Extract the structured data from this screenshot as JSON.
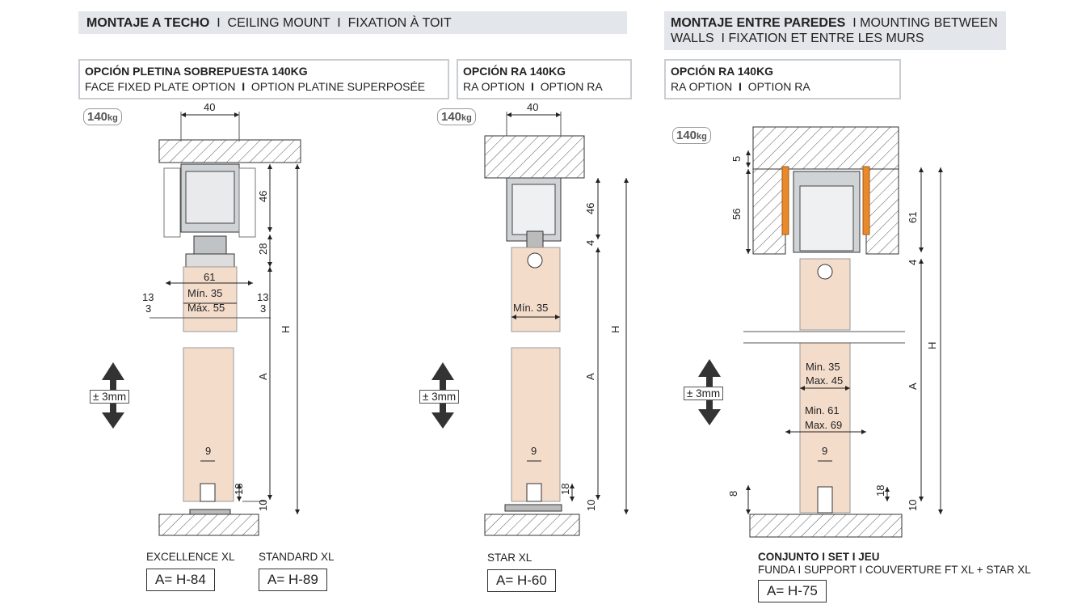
{
  "header_ceiling": {
    "title": "MONTAJE A TECHO",
    "sep": "I",
    "en": "CEILING MOUNT",
    "fr": "FIXATION À TOIT"
  },
  "header_walls": {
    "title": "MONTAJE ENTRE PAREDES",
    "en": "MOUNTING BETWEEN",
    "line2": "WALLS",
    "fr": "FIXATION ET ENTRE LES MURS"
  },
  "opt_plate": {
    "title": "OPCIÓN PLETINA SOBREPUESTA 140KG",
    "en": "FACE FIXED PLATE OPTION",
    "fr": "OPTION PLATINE SUPERPOSÉE"
  },
  "opt_ra1": {
    "title": "OPCIÓN RA 140KG",
    "en": "RA OPTION",
    "fr": "OPTION RA"
  },
  "opt_ra2": {
    "title": "OPCIÓN RA 140KG",
    "en": "RA OPTION",
    "fr": "OPTION RA"
  },
  "weight": {
    "value": "140",
    "unit": "kg"
  },
  "adjust": "± 3mm",
  "diagram1": {
    "width_top": "40",
    "d46": "46",
    "d28": "28",
    "d61": "61",
    "min": "Mín. 35",
    "max": "Máx. 55",
    "d13": "13",
    "d3": "3",
    "d9": "9",
    "d18": "18",
    "d10": "10",
    "H": "H",
    "A": "A"
  },
  "diagram2": {
    "width_top": "40",
    "d46": "46",
    "d4": "4",
    "min": "Mín. 35",
    "d9": "9",
    "d18": "18",
    "d10": "10",
    "H": "H",
    "A": "A"
  },
  "diagram3": {
    "d5": "5",
    "d56": "56",
    "d61": "61",
    "d4": "4",
    "min1": "Min. 35",
    "max1": "Max. 45",
    "min2": "Min.  61",
    "max2": "Max. 69",
    "d9": "9",
    "d8": "8",
    "d18": "18",
    "d10": "10",
    "H": "H",
    "A": "A"
  },
  "products": {
    "excellence": {
      "name": "EXCELLENCE XL",
      "formula": "A= H-84"
    },
    "standard": {
      "name": "STANDARD XL",
      "formula": "A= H-89"
    },
    "star": {
      "name": "STAR XL",
      "formula": "A= H-60"
    },
    "set": {
      "name": "CONJUNTO I SET I JEU",
      "desc": "FUNDA I SUPPORT I COUVERTURE FT XL + STAR XL",
      "formula": "A= H-75"
    }
  },
  "colors": {
    "door": "#f4dccb",
    "accent": "#e88a2c",
    "metal": "#9a9ea3",
    "header_bg": "#e3e6ea"
  }
}
